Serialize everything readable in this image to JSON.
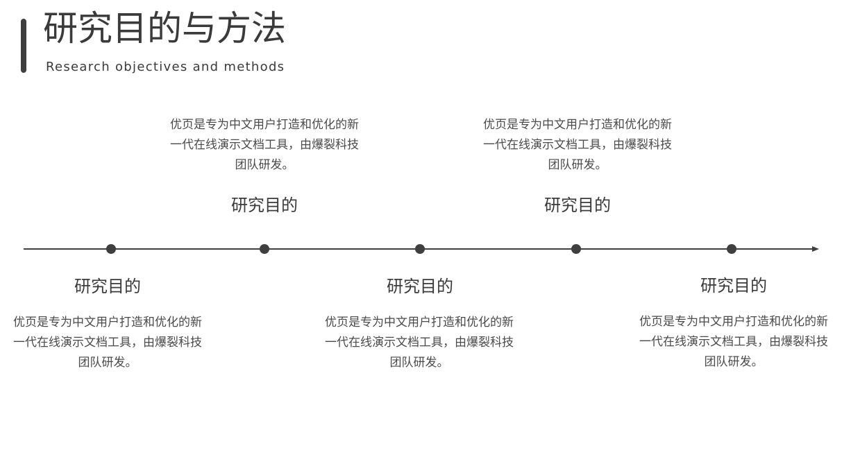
{
  "header": {
    "title": "研究目的与方法",
    "subtitle": "Research objectives and methods"
  },
  "timeline": {
    "line_color": "#3f3f3f",
    "items": [
      {
        "label": "研究目的",
        "desc": "优页是专为中文用户打造和优化的新一代在线演示文档工具，由爆裂科技团队研发。"
      },
      {
        "label": "研究目的",
        "desc": "优页是专为中文用户打造和优化的新一代在线演示文档工具，由爆裂科技团队研发。"
      },
      {
        "label": "研究目的",
        "desc": "优页是专为中文用户打造和优化的新一代在线演示文档工具，由爆裂科技团队研发。"
      },
      {
        "label": "研究目的",
        "desc": "优页是专为中文用户打造和优化的新一代在线演示文档工具，由爆裂科技团队研发。"
      },
      {
        "label": "研究目的",
        "desc": "优页是专为中文用户打造和优化的新一代在线演示文档工具，由爆裂科技团队研发。"
      }
    ]
  }
}
